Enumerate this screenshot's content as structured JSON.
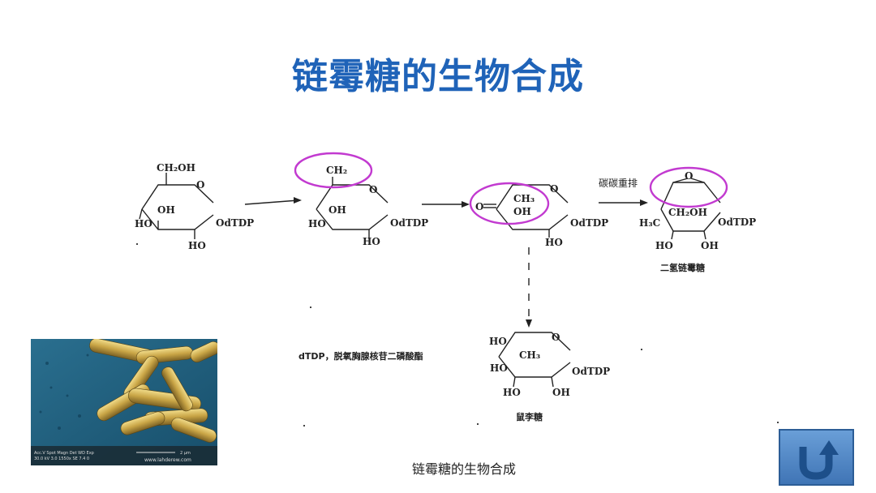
{
  "slide": {
    "title": "链霉糖的生物合成",
    "caption": "链霉糖的生物合成"
  },
  "diagram": {
    "molecule1": {
      "top_group": "CH₂OH",
      "oh_inner": "OH",
      "ho_left": "HO",
      "tdp": "OdTDP",
      "ho_bottom": "HO"
    },
    "molecule2": {
      "top_group": "CH₂",
      "oh_inner": "OH",
      "ho_left": "HO",
      "tdp": "OdTDP",
      "ho_bottom": "HO"
    },
    "molecule3": {
      "keto": "O",
      "ch3": "CH₃",
      "oh_inner": "OH",
      "tdp": "OdTDP",
      "ho_bottom": "HO"
    },
    "molecule4": {
      "ring_o": "O",
      "ch2oh": "CH₂OH",
      "h3c": "H₃C",
      "tdp": "OdTDP",
      "ho_left": "HO",
      "oh_right": "OH",
      "name": "二氢链霉糖"
    },
    "molecule5": {
      "ho_top": "HO",
      "ch3": "CH₃",
      "ho_left": "HO",
      "tdp": "OdTDP",
      "ho_bottom": "HO",
      "oh_bottom": "OH",
      "name": "鼠李糖"
    },
    "rearrangement_label": "碳碳重排",
    "dtdp_note": "dTDP，脱氧胸腺核苷二磷酸酯"
  },
  "photo": {
    "info_line1": "Acc.V  Spot Magn   Det  WD  Exp",
    "info_line2": "30.0 kV 3.0  1550x   SE   7.4   0",
    "scale": "2 μm",
    "credit": "www.lahderew.com"
  },
  "colors": {
    "title": "#1f63b8",
    "highlight": "#c23ad0",
    "button": "#4f86c6"
  },
  "icons": {
    "back_button": "return-arrow-icon"
  }
}
